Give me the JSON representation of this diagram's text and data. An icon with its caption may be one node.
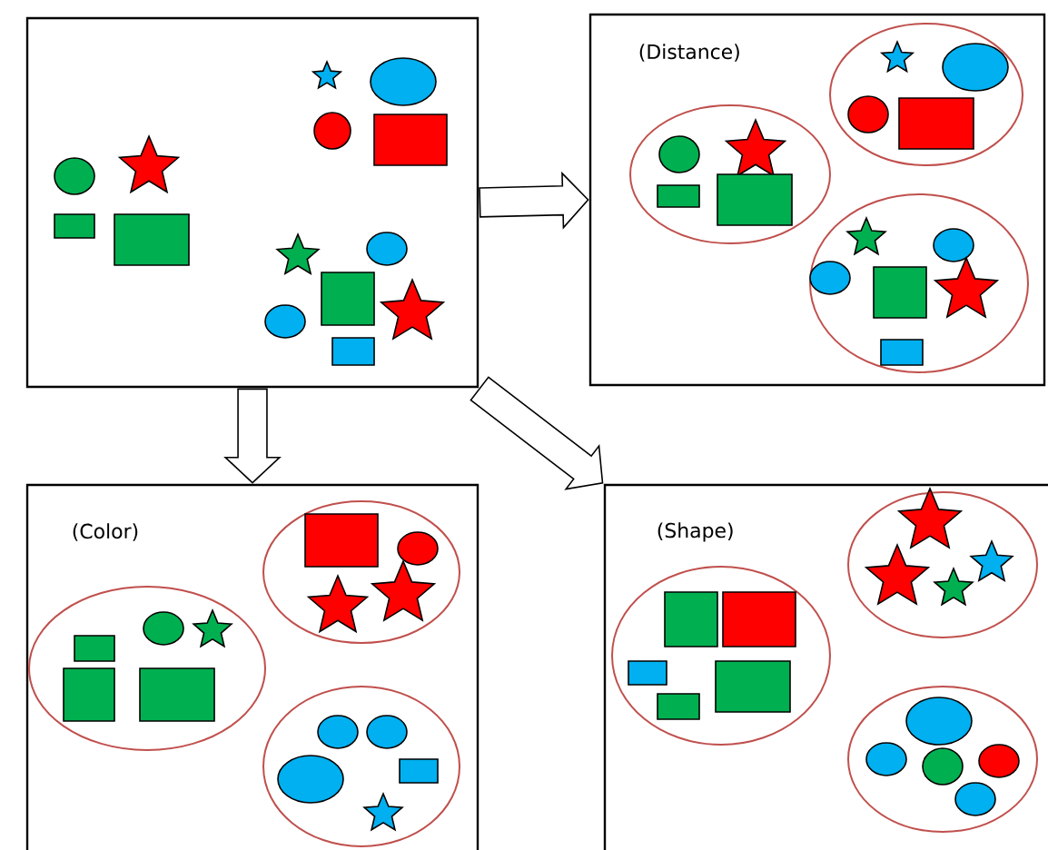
{
  "diagram": {
    "nodes": [
      {
        "text": [],
        "shape": "box"
      },
      {
        "text": [
          "(Distance)"
        ]
      },
      {
        "text": [
          "(Color)"
        ]
      },
      {
        "text": [
          "(Shape)"
        ]
      }
    ],
    "edges": [
      {
        "from": 0,
        "to": 1,
        "arrow": "to"
      },
      {
        "from": 0,
        "to": 2,
        "arrow": "to"
      },
      {
        "from": 0,
        "to": 3,
        "arrow": "to"
      }
    ]
  }
}
